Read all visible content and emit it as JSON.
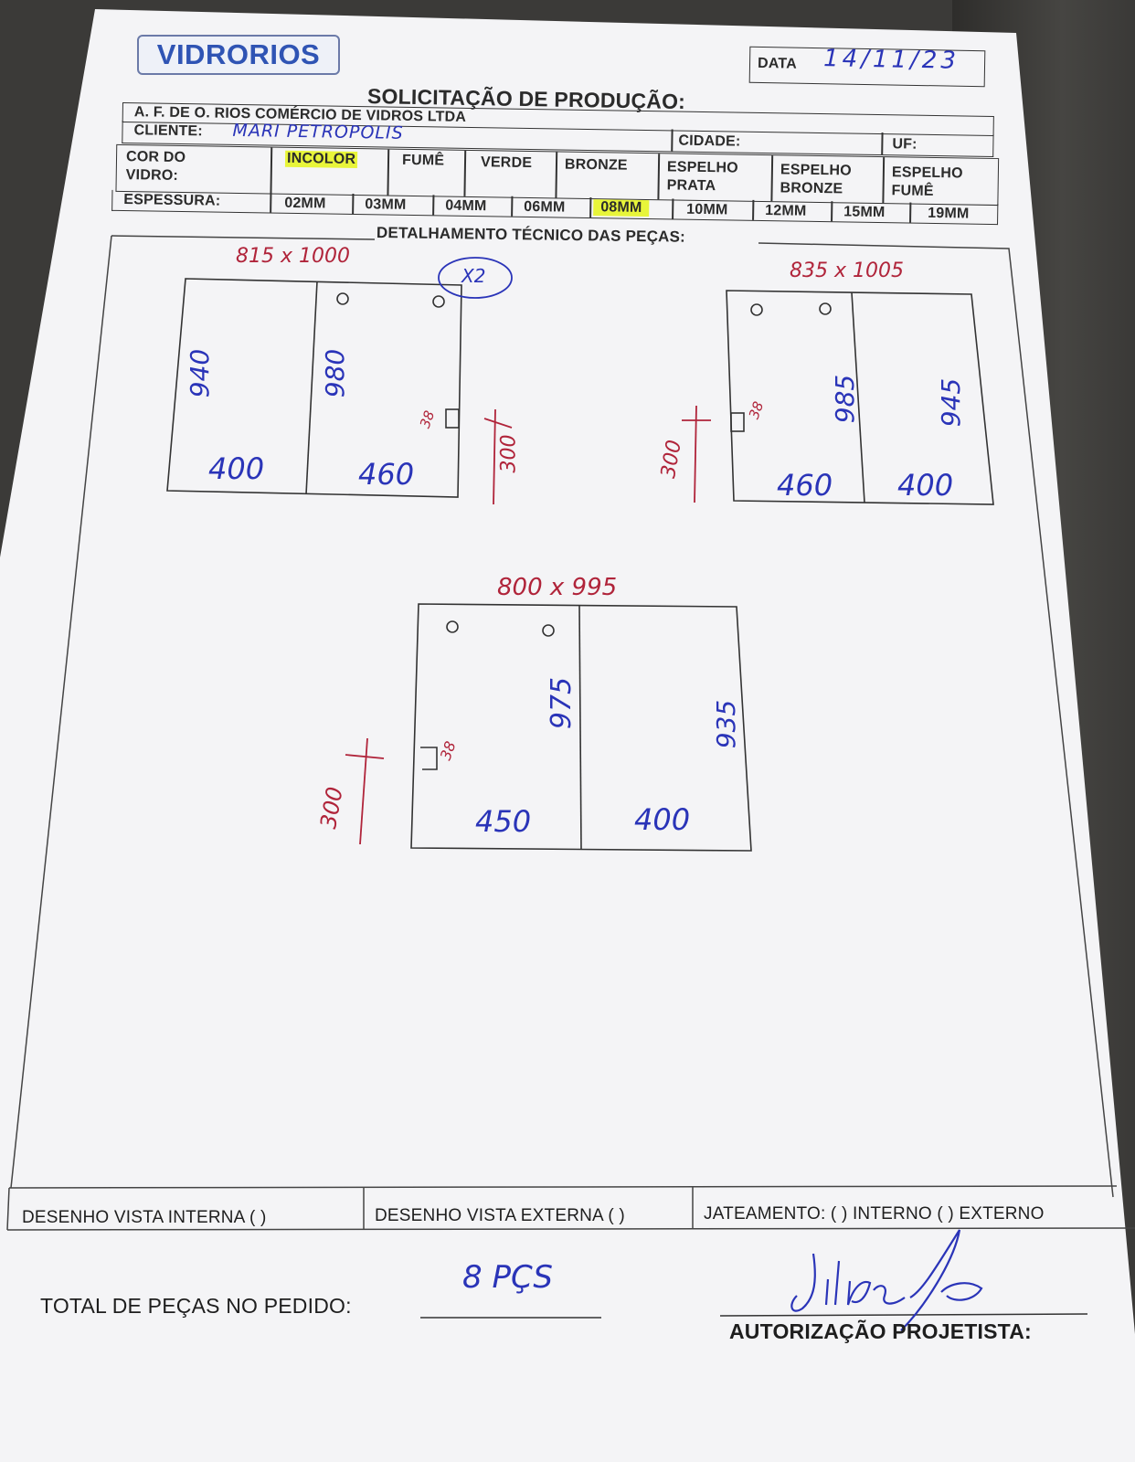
{
  "header": {
    "logo": "VIDRORIOS",
    "date_label": "DATA",
    "date_value": "14/11/23",
    "form_title": "SOLICITAÇÃO DE PRODUÇÃO:",
    "company": "A. F. DE O. RIOS COMÉRCIO DE VIDROS LTDA",
    "client_label": "CLIENTE:",
    "client_value": "MARI PETROPOLIS",
    "city_label": "CIDADE:",
    "uf_label": "UF:"
  },
  "glass_color": {
    "label_line1": "COR DO",
    "label_line2": "VIDRO:",
    "options": [
      "INCOLOR",
      "FUMÊ",
      "VERDE",
      "BRONZE",
      "ESPELHO PRATA",
      "ESPELHO BRONZE",
      "ESPELHO FUMÊ"
    ],
    "selected": "INCOLOR",
    "highlight_color": "#e8f53a"
  },
  "thickness": {
    "label": "ESPESSURA:",
    "options": [
      "02MM",
      "03MM",
      "04MM",
      "06MM",
      "08MM",
      "10MM",
      "12MM",
      "15MM",
      "19MM"
    ],
    "selected": "08MM"
  },
  "section_title": "DETALHAMENTO TÉCNICO DAS PEÇAS:",
  "pieces": [
    {
      "dims": "815 x 1000",
      "quantity_note": "X2",
      "heights": [
        "940",
        "980"
      ],
      "widths": [
        "400",
        "460"
      ],
      "small_label": "38",
      "marker": "300"
    },
    {
      "dims": "835 x 1005",
      "heights": [
        "985",
        "945"
      ],
      "widths": [
        "460",
        "400"
      ],
      "small_label": "38",
      "marker": "300"
    },
    {
      "dims": "800 x 995",
      "heights": [
        "975",
        "935"
      ],
      "widths": [
        "450",
        "400"
      ],
      "small_label": "38",
      "marker": "300"
    }
  ],
  "footer": {
    "internal_view": "DESENHO VISTA INTERNA (  )",
    "external_view": "DESENHO VISTA EXTERNA (  )",
    "sandblasting": "JATEAMENTO: (  ) INTERNO (  ) EXTERNO",
    "total_label": "TOTAL DE PEÇAS NO PEDIDO:",
    "total_value": "8 PÇS",
    "authorization_label": "AUTORIZAÇÃO PROJETISTA:"
  }
}
